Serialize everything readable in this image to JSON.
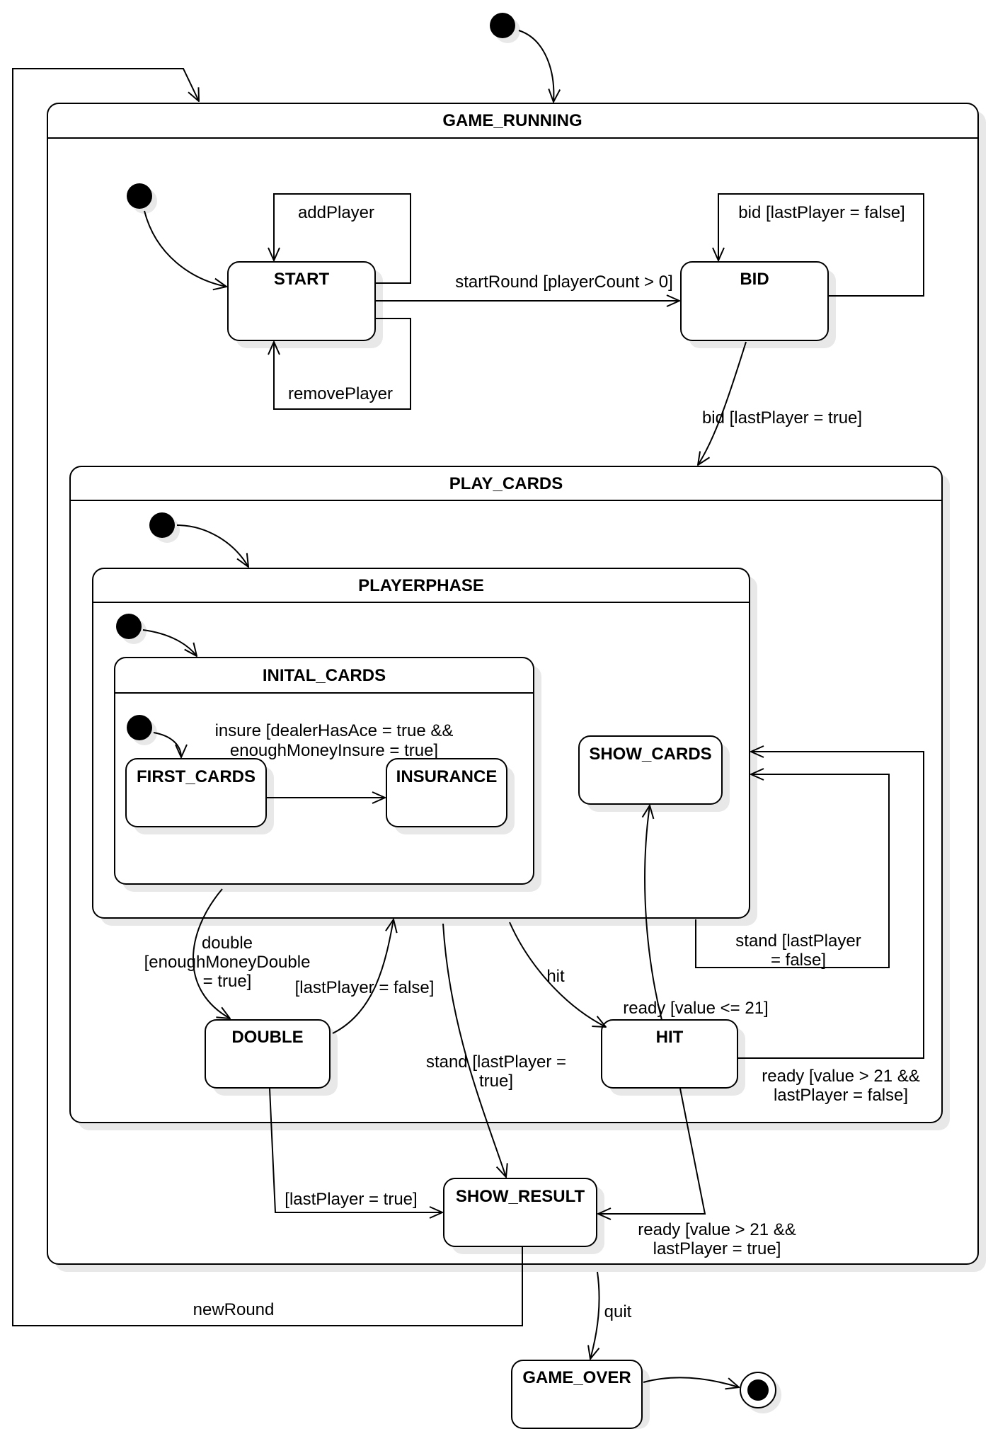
{
  "states": {
    "game_running": "GAME_RUNNING",
    "start": "START",
    "bid": "BID",
    "play_cards": "PLAY_CARDS",
    "playerphase": "PLAYERPHASE",
    "inital_cards": "INITAL_CARDS",
    "first_cards": "FIRST_CARDS",
    "insurance": "INSURANCE",
    "show_cards": "SHOW_CARDS",
    "double": "DOUBLE",
    "hit": "HIT",
    "show_result": "SHOW_RESULT",
    "game_over": "GAME_OVER"
  },
  "transitions": {
    "add_player": "addPlayer",
    "remove_player": "removePlayer",
    "start_round": "startRound [playerCount > 0]",
    "bid_not_last": "bid [lastPlayer = false]",
    "bid_last": "bid [lastPlayer = true]",
    "insure_line1": "insure [dealerHasAce = true &&",
    "insure_line2": "enoughMoneyInsure = true]",
    "double_line1": "double",
    "double_line2": "[enoughMoneyDouble",
    "double_line3": "= true]",
    "double_back": "[lastPlayer = false]",
    "stand_not_last_line1": "stand [lastPlayer",
    "stand_not_last_line2": "= false]",
    "hit": "hit",
    "ready_ok": "ready [value <= 21]",
    "ready_bust_not_last_line1": "ready [value > 21 &&",
    "ready_bust_not_last_line2": "lastPlayer = false]",
    "stand_last_line1": "stand [lastPlayer =",
    "stand_last_line2": "true]",
    "double_last": "[lastPlayer = true]",
    "ready_bust_last_line1": "ready [value > 21 &&",
    "ready_bust_last_line2": "lastPlayer = true]",
    "new_round": "newRound",
    "quit": "quit"
  }
}
